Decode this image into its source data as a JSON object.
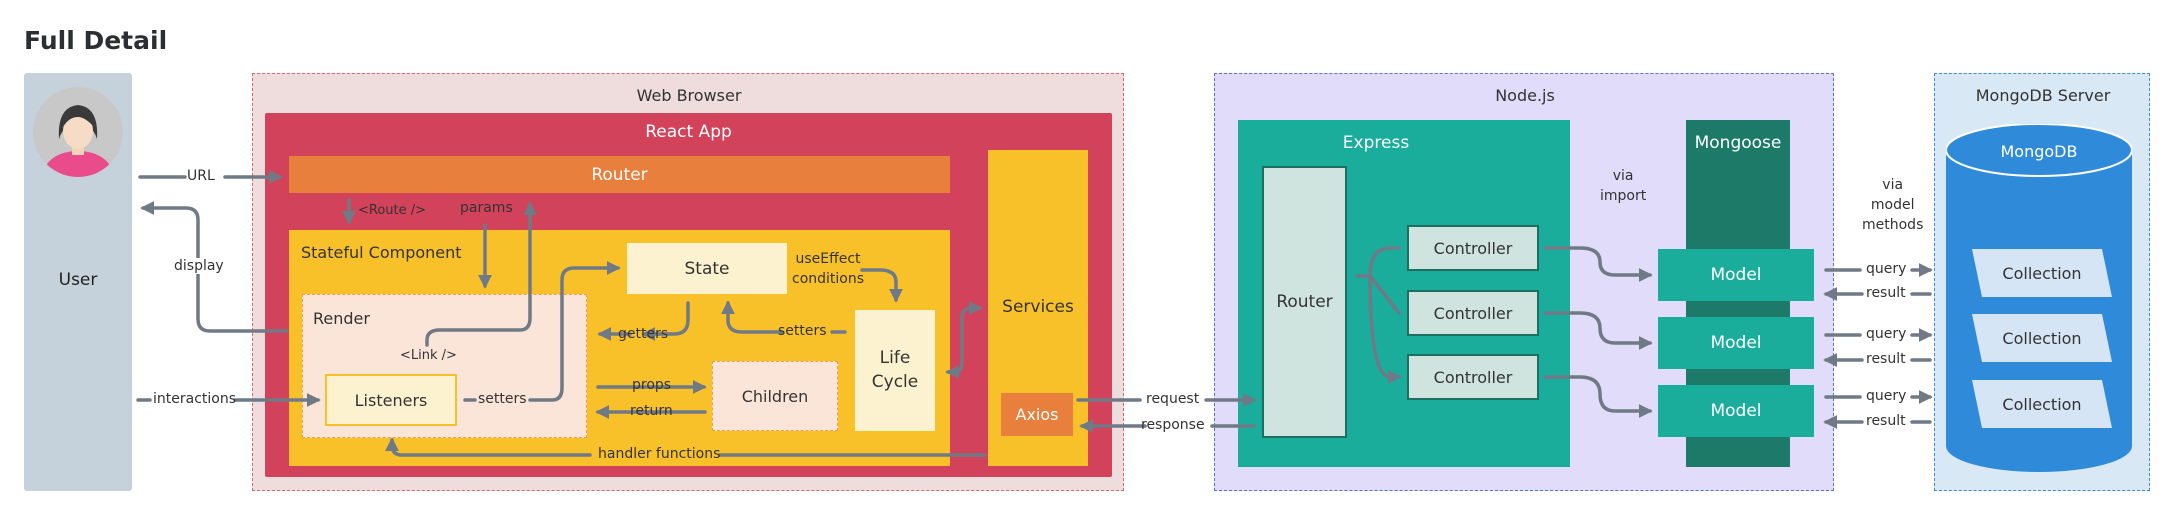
{
  "title": "Full Detail",
  "user": {
    "label": "User"
  },
  "browser": {
    "label": "Web Browser",
    "react_app": {
      "label": "React App",
      "router": "Router",
      "stateful_component": "Stateful Component",
      "render": "Render",
      "listeners": "Listeners",
      "state": "State",
      "children": "Children",
      "life_cycle": "Life\nCycle",
      "services": "Services",
      "axios": "Axios"
    }
  },
  "nodejs": {
    "label": "Node.js",
    "express": "Express",
    "router": "Router",
    "controllers": [
      "Controller",
      "Controller",
      "Controller"
    ],
    "mongoose": "Mongoose",
    "models": [
      "Model",
      "Model",
      "Model"
    ]
  },
  "mongo": {
    "label": "MongoDB Server",
    "db": "MongoDB",
    "collections": [
      "Collection",
      "Collection",
      "Collection"
    ]
  },
  "edges": {
    "url": "URL",
    "display": "display",
    "interactions": "interactions",
    "route": "<Route />",
    "params": "params",
    "link": "<Link />",
    "setters_listeners": "setters",
    "getters": "getters",
    "setters_lifecycle": "setters",
    "use_effect": "useEffect\nconditions",
    "props": "props",
    "return": "return",
    "handler_functions": "handler functions",
    "request": "request",
    "response": "response",
    "via_import": "via\nimport",
    "via_model_methods": "via\nmodel\nmethods",
    "query": "query",
    "result": "result"
  },
  "colors": {
    "user_panel": "#c5d2dc",
    "browser_bg": "#efdcdc",
    "react_app": "#d2425a",
    "router_bar": "#e87f3c",
    "stateful": "#f8c12a",
    "render": "#fbe5d9",
    "state": "#fdf2cf",
    "services": "#f8c12a",
    "axios": "#e87f3c",
    "node_bg": "#e1dcf9",
    "express": "#1aad9c",
    "mongoose": "#1e7a68",
    "controller": "#cfe3df",
    "mongo_bg": "#d8e8f5",
    "mongodb": "#2f8ad9",
    "collection": "#d6e5f5",
    "arrow": "#6f7a86"
  }
}
